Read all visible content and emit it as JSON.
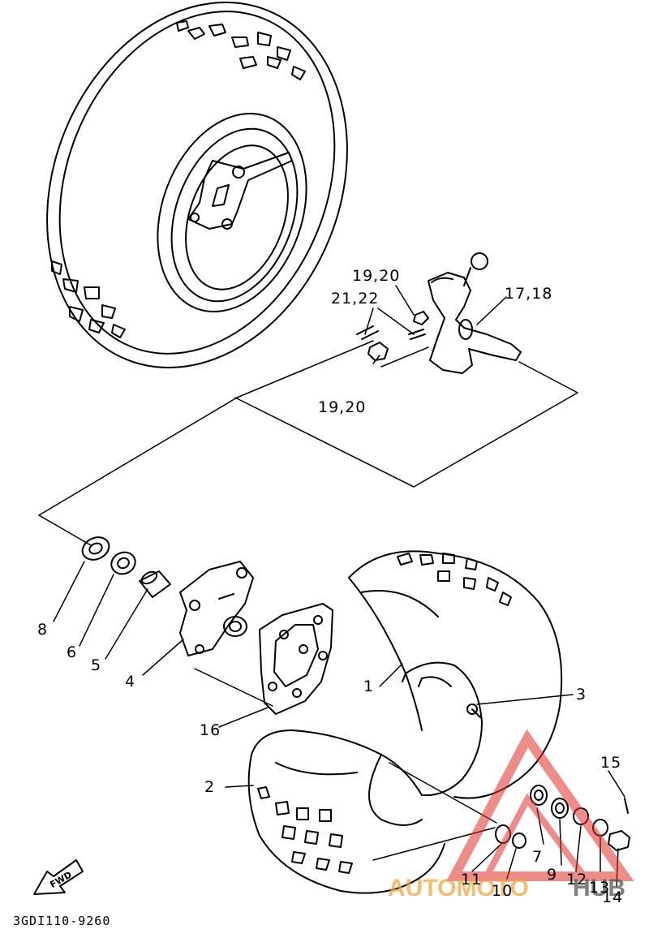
{
  "diagram": {
    "drawing_code": "3GDI110-9260",
    "direction_badge": "FWD",
    "callouts": {
      "p1": "1",
      "p2": "2",
      "p3": "3",
      "p4": "4",
      "p5": "5",
      "p6": "6",
      "p7": "7",
      "p8": "8",
      "p9": "9",
      "p10": "10",
      "p11": "11",
      "p12": "12",
      "p13": "13",
      "p14": "14",
      "p15": "15",
      "p16": "16",
      "p17_18": "17,18",
      "p19_20_top": "19,20",
      "p19_20_bottom": "19,20",
      "p21_22": "21,22"
    }
  },
  "watermark": {
    "text_left": "AUTOMOTO",
    "text_right": "HUB",
    "color_red": "#e0302a",
    "color_orange": "#f0a640",
    "color_gray": "#555555"
  }
}
